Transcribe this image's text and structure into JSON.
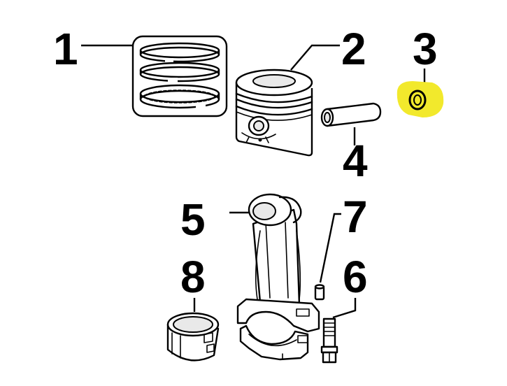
{
  "callouts": {
    "piston_rings": "1",
    "piston": "2",
    "circlip": "3",
    "piston_pin": "4",
    "connecting_rod": "5",
    "rod_bolt": "6",
    "dowel": "7",
    "bushing": "8"
  },
  "colors": {
    "highlight": "#f2e92c",
    "outline": "#000000",
    "background": "#ffffff"
  },
  "highlighted_part": "3"
}
